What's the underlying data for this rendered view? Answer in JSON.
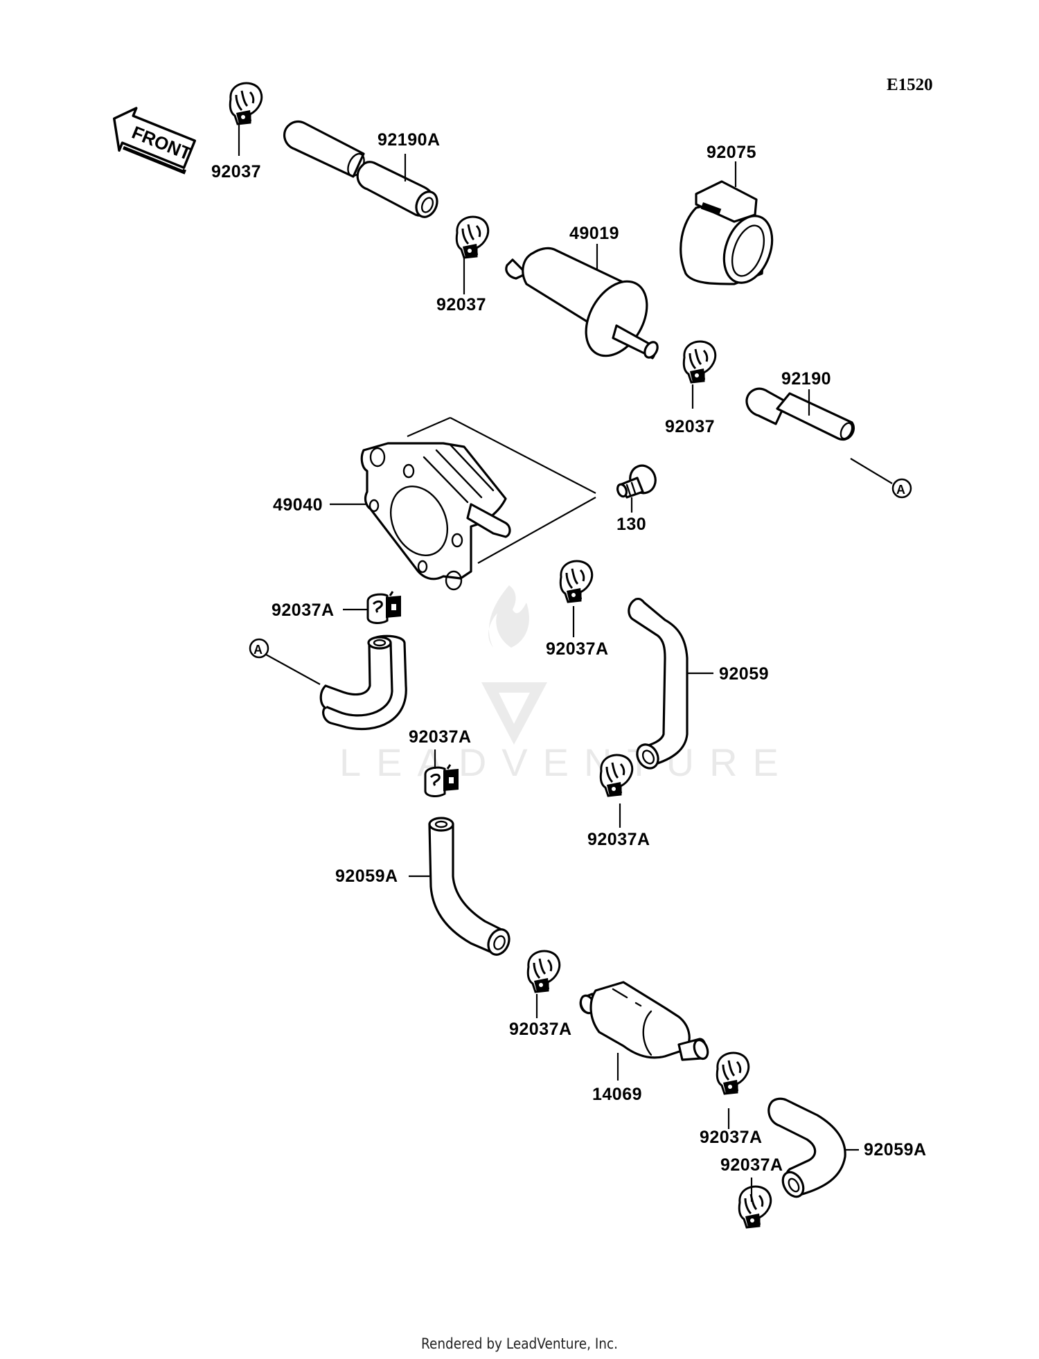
{
  "diagram": {
    "code": "E1520",
    "front_arrow_label": "FRONT",
    "watermark": "LEADVENTURE",
    "footer": "Rendered by LeadVenture, Inc.",
    "labels": {
      "clamp_top_left": "92037",
      "hose_92190A": "92190A",
      "clamp_upper_middle": "92037",
      "filter_49019": "49019",
      "clamp_92075": "92075",
      "clamp_right": "92037",
      "hose_92190": "92190",
      "pump_49040": "49040",
      "bolt_130": "130",
      "clamp_pump": "92037A",
      "clamp_mid": "92037A",
      "hose_92059": "92059",
      "clamp_center": "92037A",
      "clamp_mid_lower": "92037A",
      "hose_92059A_left": "92059A",
      "clamp_bottom_left": "92037A",
      "filter_14069": "14069",
      "clamp_bottom_right": "92037A",
      "hose_92059A_right": "92059A",
      "clamp_bottom": "92037A"
    },
    "ref_marker_A": "A"
  }
}
